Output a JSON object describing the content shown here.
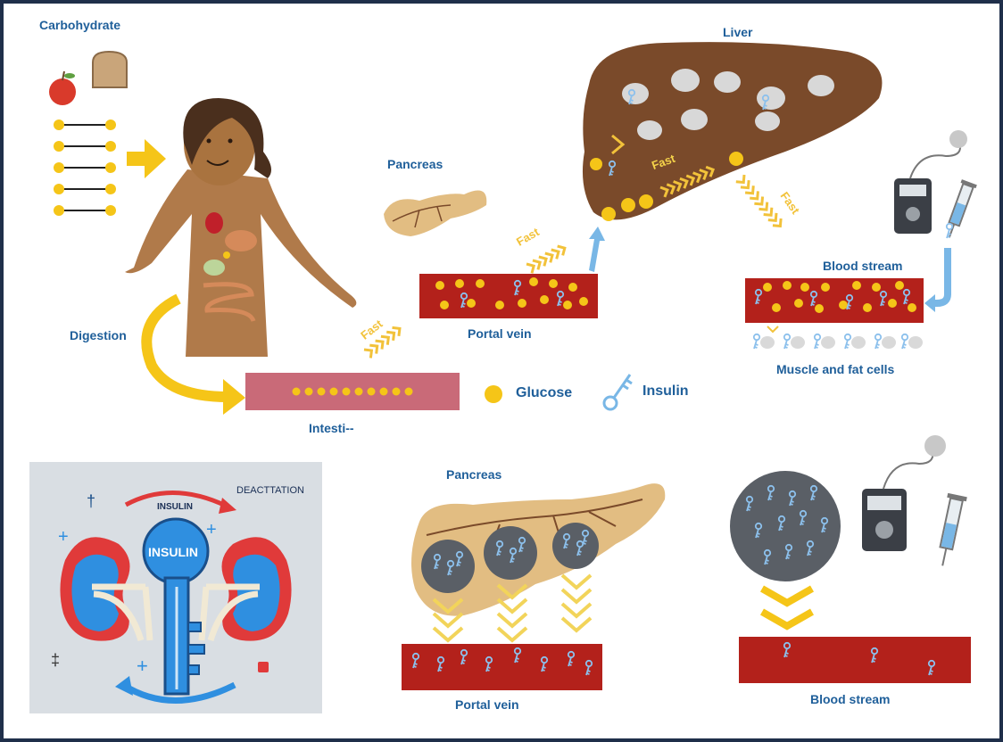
{
  "top_diagram": {
    "carbohydrate": "Carbohydrate",
    "digestion": "Digestion",
    "intestine": "Intesti‐‐",
    "pancreas": "Pancreas",
    "liver": "Liver",
    "portal_vein": "Portal vein",
    "blood_stream": "Blood stream",
    "muscle_fat": "Muscle and fat cells",
    "fast": "Fast"
  },
  "legend": {
    "glucose": "Glucose",
    "insulin": "Insulin"
  },
  "inset": {
    "deactivation": "DEACTTATION",
    "arc_label": "INSULIN",
    "key_label": "INSULIN"
  },
  "bottom_diagram": {
    "pancreas": "Pancreas",
    "portal_vein": "Portal vein",
    "blood_stream": "Blood stream"
  },
  "colors": {
    "border": "#1f2f4a",
    "label_blue": "#1f5f9a",
    "glucose_yellow": "#f5c518",
    "fast_yellow": "#f2c23a",
    "vein_red": "#b3211b",
    "liver_brown": "#7a4a2a",
    "pancreas_tan": "#e2bd82",
    "insulin_blue": "#7fb6e3"
  }
}
